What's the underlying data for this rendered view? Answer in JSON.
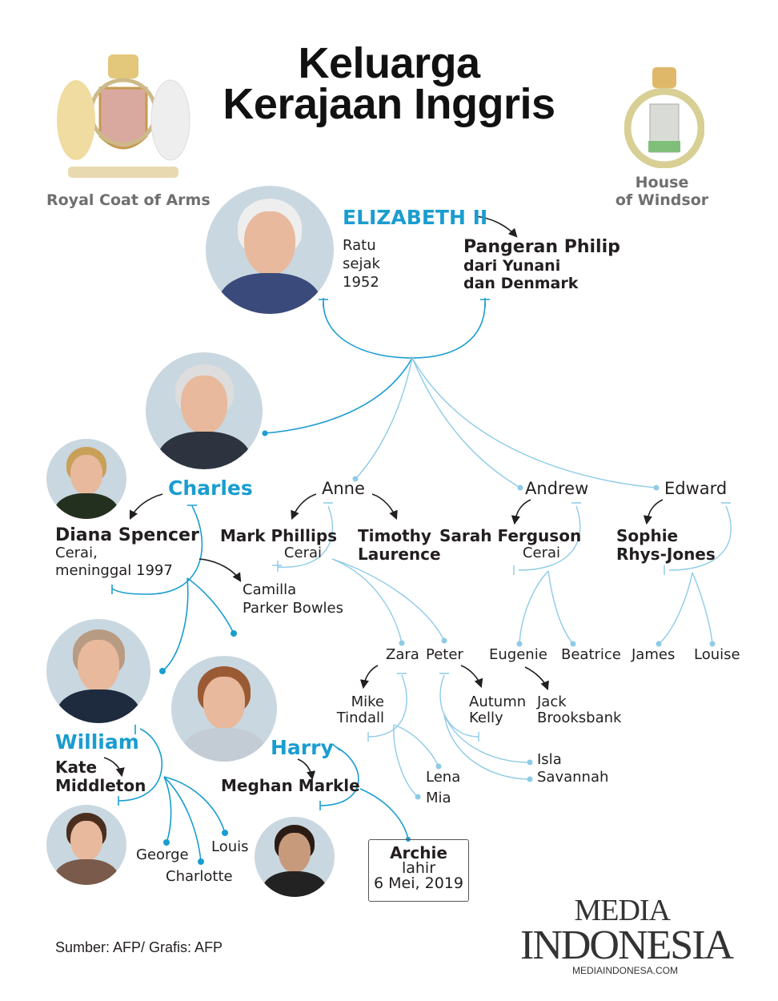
{
  "title": {
    "line1": "Keluarga",
    "line2": "Kerajaan Inggris"
  },
  "crests": {
    "royal_label": "Royal Coat of Arms",
    "windsor_line1": "House",
    "windsor_line2": "of  Windsor"
  },
  "elizabeth": {
    "name": "ELIZABETH II",
    "desc1": "Ratu",
    "desc2": "sejak",
    "desc3": "1952"
  },
  "philip": {
    "name": "Pangeran Philip",
    "desc1": "dari Yunani",
    "desc2": "dan Denmark"
  },
  "charles": {
    "name": "Charles"
  },
  "diana": {
    "name": "Diana Spencer",
    "desc1": "Cerai,",
    "desc2": "meninggal 1997"
  },
  "camilla": {
    "line1": "Camilla",
    "line2": "Parker Bowles"
  },
  "anne": {
    "name": "Anne"
  },
  "mark": {
    "name": "Mark Phillips",
    "desc": "Cerai"
  },
  "timothy": {
    "line1": "Timothy",
    "line2": "Laurence"
  },
  "andrew": {
    "name": "Andrew"
  },
  "sarah": {
    "name": "Sarah Ferguson",
    "desc": "Cerai"
  },
  "edward": {
    "name": "Edward"
  },
  "sophie": {
    "line1": "Sophie",
    "line2": "Rhys-Jones"
  },
  "grandchildren": {
    "zara": "Zara",
    "peter": "Peter",
    "eugenie": "Eugenie",
    "beatrice": "Beatrice",
    "james": "James",
    "louise": "Louise"
  },
  "mike": {
    "line1": "Mike",
    "line2": "Tindall"
  },
  "autumn": {
    "line1": "Autumn",
    "line2": "Kelly"
  },
  "jack": {
    "line1": "Jack",
    "line2": "Brooksbank"
  },
  "great": {
    "isla": "Isla",
    "savannah": "Savannah",
    "lena": "Lena",
    "mia": "Mia",
    "george": "George",
    "charlotte": "Charlotte",
    "louis": "Louis"
  },
  "william": {
    "name": "William"
  },
  "kate": {
    "line1": "Kate",
    "line2": "Middleton"
  },
  "harry": {
    "name": "Harry"
  },
  "meghan": {
    "name": "Meghan Markle"
  },
  "archie": {
    "name": "Archie",
    "desc1": "lahir",
    "desc2": "6 Mei, 2019"
  },
  "footer": {
    "source": "Sumber: AFP/ Grafis: AFP"
  },
  "logo": {
    "line1": "MEDIA",
    "line2": "INDONESIA",
    "url": "MEDIAINDONESA.COM"
  },
  "colors": {
    "accent": "#1a9dd0",
    "line_light": "#8ecbe6",
    "text": "#231f20"
  }
}
